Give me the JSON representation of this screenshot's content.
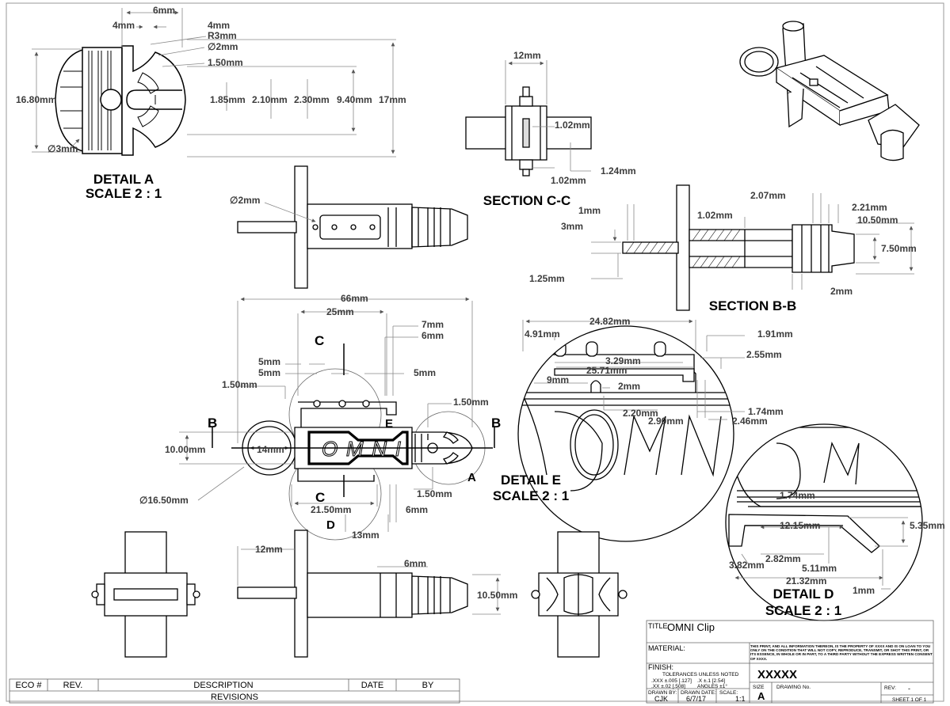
{
  "detail_a": {
    "title": "DETAIL A",
    "scale": "SCALE 2 : 1",
    "dims": [
      "6mm",
      "4mm",
      "4mm",
      "R3mm",
      "∅2mm",
      "1.50mm",
      "16.80mm",
      "1.85mm",
      "2.10mm",
      "2.30mm",
      "9.40mm",
      "17mm",
      "∅3mm"
    ]
  },
  "section_cc": {
    "title": "SECTION C-C",
    "dims": [
      "12mm",
      "1.02mm",
      "1.24mm",
      "1.02mm"
    ]
  },
  "top_view": {
    "dims": [
      "∅2mm"
    ]
  },
  "section_bb": {
    "title": "SECTION B-B",
    "dims": [
      "2.07mm",
      "2.21mm",
      "1mm",
      "1.02mm",
      "10.50mm",
      "3mm",
      "7.50mm",
      "1.25mm",
      "2mm"
    ]
  },
  "main_view": {
    "dims": [
      "66mm",
      "25mm",
      "7mm",
      "6mm",
      "5mm",
      "5mm",
      "5mm",
      "1.50mm",
      "1.50mm",
      "10.00mm",
      "14mm",
      "∅16.50mm",
      "1.50mm",
      "21.50mm",
      "6mm",
      "13mm"
    ],
    "section_marks": [
      "C",
      "C",
      "B",
      "B",
      "A",
      "D",
      "E"
    ],
    "logo": "OMNI"
  },
  "detail_e": {
    "title": "DETAIL E",
    "scale": "SCALE 2 : 1",
    "dims": [
      "4.91mm",
      "24.82mm",
      "1.91mm",
      "3.29mm",
      "2.55mm",
      "25.71mm",
      "9mm",
      "2mm",
      "2.20mm",
      "2.90mm",
      "1.74mm",
      "2.46mm"
    ]
  },
  "detail_d": {
    "title": "DETAIL D",
    "scale": "SCALE 2 : 1",
    "dims": [
      "1.74mm",
      "12.15mm",
      "5.35mm",
      "2.82mm",
      "3.82mm",
      "5.11mm",
      "21.32mm",
      "1mm"
    ]
  },
  "bottom_views": {
    "dims": [
      "12mm",
      "6mm",
      "10.50mm"
    ]
  },
  "title_block": {
    "title_label": "TITLE:",
    "title_value": "OMNI Clip",
    "material_label": "MATERIAL:",
    "notice": "THIS PRINT, AND ALL INFORMATION THEREON, IS THE PROPERTY OF XXXX AND IS ON LOAN TO YOU ONLY ON THE CONDITION THAT WILL NOT COPY, REPRODUCE, TRANSMIT, OR SHOT THIS PRINT, OR ITS ESSENCE, IN WHOLE OR IN PART, TO A THIRD PARTY WITHOUT THE EXPRESS WRITTEN CONSENT OF XXXX.",
    "finish_label": "FINISH:",
    "tolerances_label": "TOLERANCES UNLESS NOTED",
    "tol_1": ".XXX ±.005 [.127]",
    "tol_2": ".X ±.1 [2.54]",
    "tol_3": ".XX ±.02 [.508]",
    "tol_4": "ANGLES ±1°",
    "company": "XXXXX",
    "drawn_by_label": "DRAWN BY:",
    "drawn_by": "CJK",
    "drawn_date_label": "DRAWN DATE:",
    "drawn_date": "6/7/17",
    "scale_label": "SCALE:",
    "scale": "1:1",
    "size_label": "SIZE",
    "size": "A",
    "drawing_no_label": "DRAWING No.",
    "rev_label": "REV:",
    "rev": "-",
    "sheet": "SHEET 1 OF 1"
  },
  "revisions": {
    "headers": [
      "ECO #",
      "REV.",
      "DESCRIPTION",
      "DATE",
      "BY"
    ],
    "footer": "REVISIONS"
  }
}
